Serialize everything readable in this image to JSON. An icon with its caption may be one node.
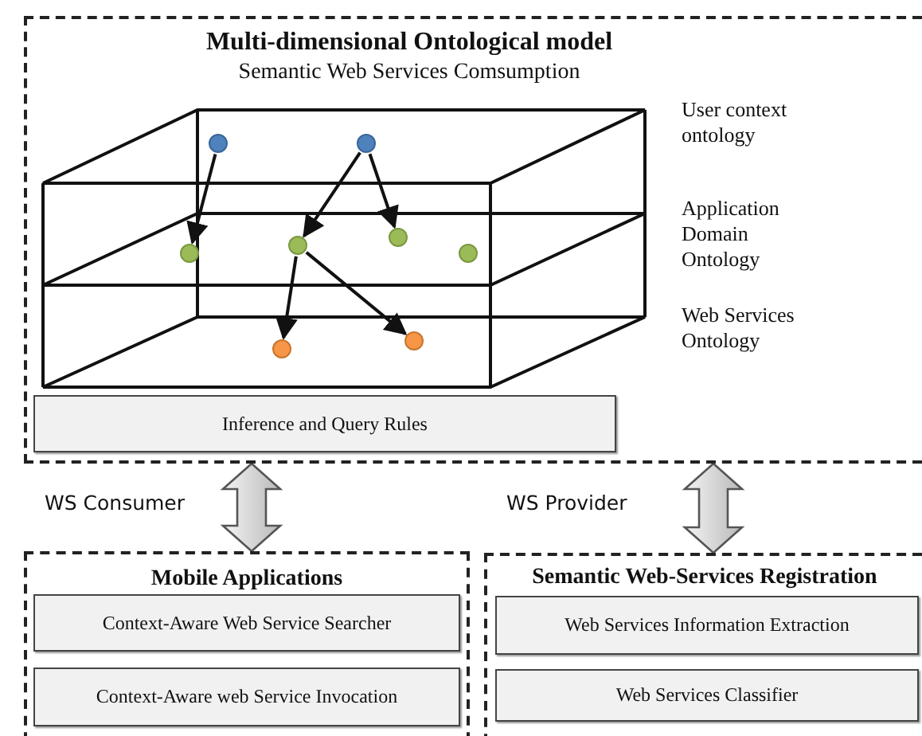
{
  "diagram": {
    "nodes": [
      {
        "text": [
          "Multi-dimensional Ontological model",
          "Semantic Web Services Comsumption"
        ]
      },
      {
        "text": [],
        "shape": "circle",
        "in": 0
      },
      {
        "text": [],
        "shape": "circle",
        "in": 0
      },
      {
        "text": [],
        "shape": "circle",
        "in": 0
      },
      {
        "text": [],
        "shape": "circle",
        "in": 0
      },
      {
        "text": [],
        "shape": "circle",
        "in": 0
      },
      {
        "text": [],
        "shape": "circle",
        "in": 0
      },
      {
        "text": [],
        "shape": "circle",
        "in": 0
      },
      {
        "text": [],
        "shape": "circle",
        "in": 0
      },
      {
        "text": [
          "Inference and Query Rules"
        ],
        "in": 0
      },
      {
        "text": [
          "Mobile Applications"
        ]
      },
      {
        "text": [
          "Context-Aware Web Service Searcher"
        ],
        "in": 10
      },
      {
        "text": [
          "Context-Aware web Service Invocation"
        ],
        "in": 10
      },
      {
        "text": [
          "Semantic Web-Services Registration"
        ]
      },
      {
        "text": [
          "Web Services Information Extraction"
        ],
        "in": 13
      },
      {
        "text": [
          "Web Services Classifier"
        ],
        "in": 13
      }
    ],
    "edges": [
      {
        "from": 1,
        "to": 3,
        "arrow": "to"
      },
      {
        "from": 2,
        "to": 4,
        "arrow": "to"
      },
      {
        "from": 2,
        "to": 5,
        "arrow": "to"
      },
      {
        "from": 4,
        "to": 7,
        "arrow": "to"
      },
      {
        "from": 4,
        "to": 8,
        "arrow": "to"
      },
      {
        "from": 0,
        "to": 10,
        "arrow": "both",
        "label": "WS Consumer",
        "style": "thick"
      },
      {
        "from": 0,
        "to": 13,
        "arrow": "both",
        "label": "WS Provider",
        "style": "thick"
      }
    ],
    "labels": [
      "User context ontology",
      "Application Domain Ontology",
      "Web Services Ontology"
    ]
  }
}
